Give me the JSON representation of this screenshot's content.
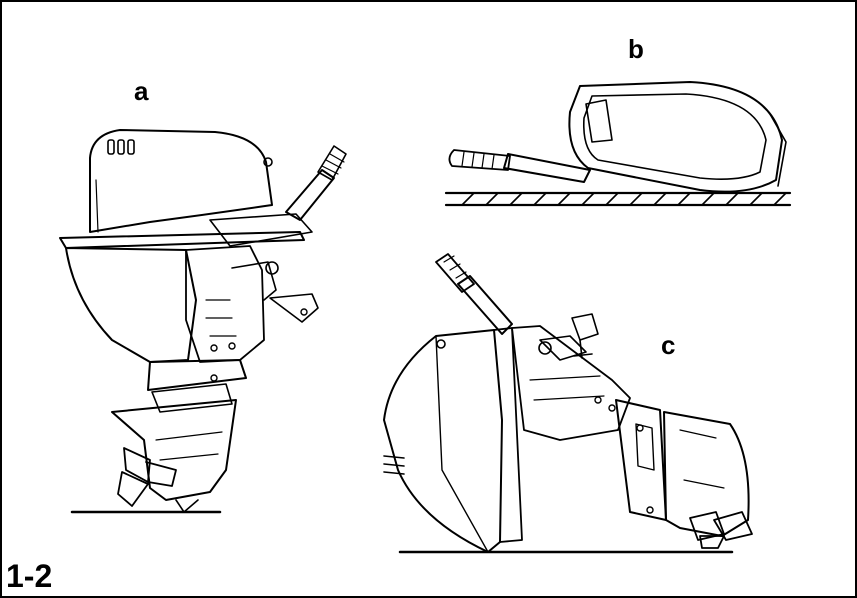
{
  "labels": {
    "a": "a",
    "b": "b",
    "c": "c"
  },
  "figure_number": "1-2",
  "colors": {
    "ink": "#000000",
    "paper": "#ffffff"
  }
}
